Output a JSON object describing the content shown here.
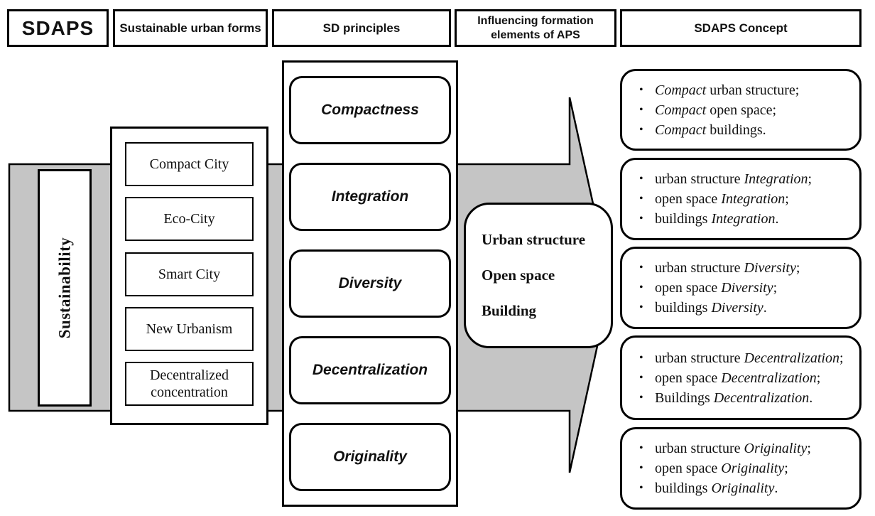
{
  "colors": {
    "band": "#c5c5c5",
    "line": "#000000",
    "background": "#ffffff"
  },
  "bullet_char": "•",
  "header": {
    "cells": [
      {
        "label": "SDAPS"
      },
      {
        "label": "Sustainable urban forms"
      },
      {
        "label": "SD principles"
      },
      {
        "label": "Influencing formation elements of APS"
      },
      {
        "label": "SDAPS Concept"
      }
    ]
  },
  "sustainability_label": "Sustainability",
  "urban_forms": [
    "Compact City",
    "Eco-City",
    "Smart City",
    "New Urbanism",
    "Decentralized concentration"
  ],
  "sd_principles": [
    "Compactness",
    "Integration",
    "Diversity",
    "Decentralization",
    "Originality"
  ],
  "aps_elements": [
    "Urban structure",
    "Open space",
    "Building"
  ],
  "concept_boxes": [
    {
      "bullets": [
        [
          {
            "t": "Compact",
            "i": true
          },
          {
            "t": " urban structure;",
            "i": false
          }
        ],
        [
          {
            "t": "Compact",
            "i": true
          },
          {
            "t": " open space;",
            "i": false
          }
        ],
        [
          {
            "t": "Compact",
            "i": true
          },
          {
            "t": " buildings.",
            "i": false
          }
        ]
      ]
    },
    {
      "bullets": [
        [
          {
            "t": "urban structure ",
            "i": false
          },
          {
            "t": "Integration",
            "i": true
          },
          {
            "t": ";",
            "i": false
          }
        ],
        [
          {
            "t": "open space ",
            "i": false
          },
          {
            "t": "Integration",
            "i": true
          },
          {
            "t": ";",
            "i": false
          }
        ],
        [
          {
            "t": "buildings ",
            "i": false
          },
          {
            "t": "Integration",
            "i": true
          },
          {
            "t": ".",
            "i": false
          }
        ]
      ]
    },
    {
      "bullets": [
        [
          {
            "t": "urban structure ",
            "i": false
          },
          {
            "t": "Diversity",
            "i": true
          },
          {
            "t": ";",
            "i": false
          }
        ],
        [
          {
            "t": "open space ",
            "i": false
          },
          {
            "t": "Diversity",
            "i": true
          },
          {
            "t": ";",
            "i": false
          }
        ],
        [
          {
            "t": "buildings ",
            "i": false
          },
          {
            "t": "Diversity",
            "i": true
          },
          {
            "t": ".",
            "i": false
          }
        ]
      ]
    },
    {
      "bullets": [
        [
          {
            "t": "urban structure ",
            "i": false
          },
          {
            "t": "Decentralization",
            "i": true
          },
          {
            "t": ";",
            "i": false
          }
        ],
        [
          {
            "t": "open space ",
            "i": false
          },
          {
            "t": "Decentralization",
            "i": true
          },
          {
            "t": ";",
            "i": false
          }
        ],
        [
          {
            "t": "Buildings ",
            "i": false
          },
          {
            "t": "Decentralization",
            "i": true
          },
          {
            "t": ".",
            "i": false
          }
        ]
      ]
    },
    {
      "bullets": [
        [
          {
            "t": "urban structure ",
            "i": false
          },
          {
            "t": "Originality",
            "i": true
          },
          {
            "t": ";",
            "i": false
          }
        ],
        [
          {
            "t": "open space ",
            "i": false
          },
          {
            "t": "Originality",
            "i": true
          },
          {
            "t": ";",
            "i": false
          }
        ],
        [
          {
            "t": "buildings ",
            "i": false
          },
          {
            "t": "Originality",
            "i": true
          },
          {
            "t": ".",
            "i": false
          }
        ]
      ]
    }
  ]
}
